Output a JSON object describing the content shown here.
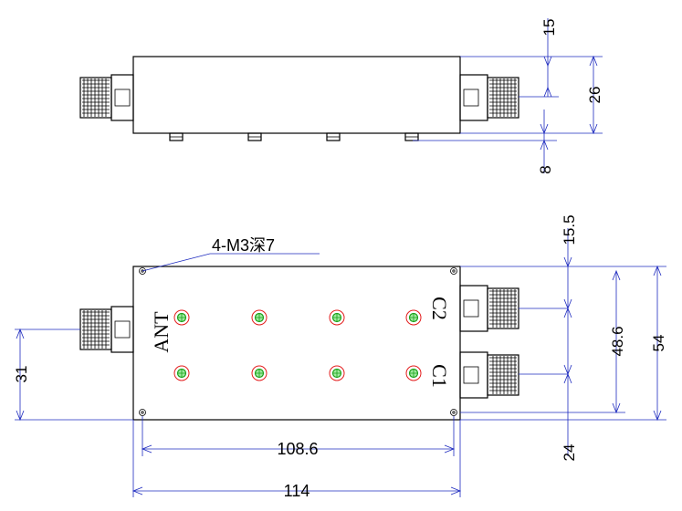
{
  "callout": "4-M3深7",
  "port_labels": {
    "ant": "ANT",
    "c2": "C2",
    "c1": "C1"
  },
  "dimensions": {
    "side_top_gap": "15",
    "side_height": "26",
    "side_screw": "8",
    "front_top_port": "15.5",
    "front_port_span": "48.6",
    "front_height": "54",
    "front_port_gap": "24",
    "ant_offset": "31",
    "hole_spacing": "108.6",
    "overall_width": "114"
  },
  "colors": {
    "drawing_line": "#000000",
    "dimension_line": "#1e2bbf",
    "hole_ring": "#e31c1c",
    "hole_center": "#1aa31a"
  }
}
